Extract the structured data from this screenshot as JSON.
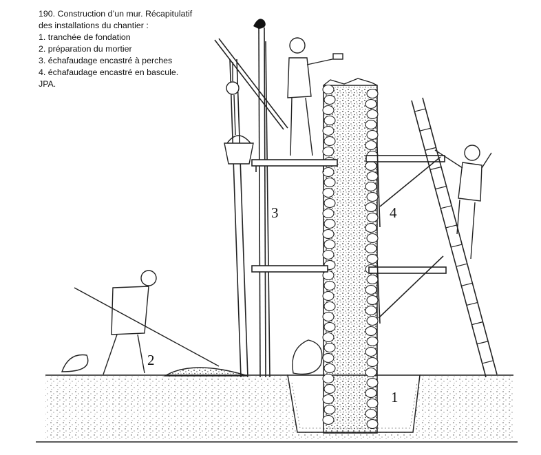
{
  "caption": {
    "title": "190. Construction d’un mur. Récapitulatif des installations du chantier :",
    "title_line1": "190. Construction d’un mur. Récapitulatif",
    "title_line2": "des installations du chantier :",
    "items": [
      "1. tranchée de fondation",
      "2. préparation du mortier",
      "3. échafaudage encastré à perches",
      "4. échafaudage encastré en bascule."
    ],
    "credit": "JPA."
  },
  "labels": {
    "trench": "1",
    "mortar": "2",
    "pole_scaffold": "3",
    "cantilever_scaffold": "4"
  },
  "colors": {
    "ink": "#1a1a1a",
    "paper": "#ffffff",
    "ground_stipple": "#555555"
  }
}
